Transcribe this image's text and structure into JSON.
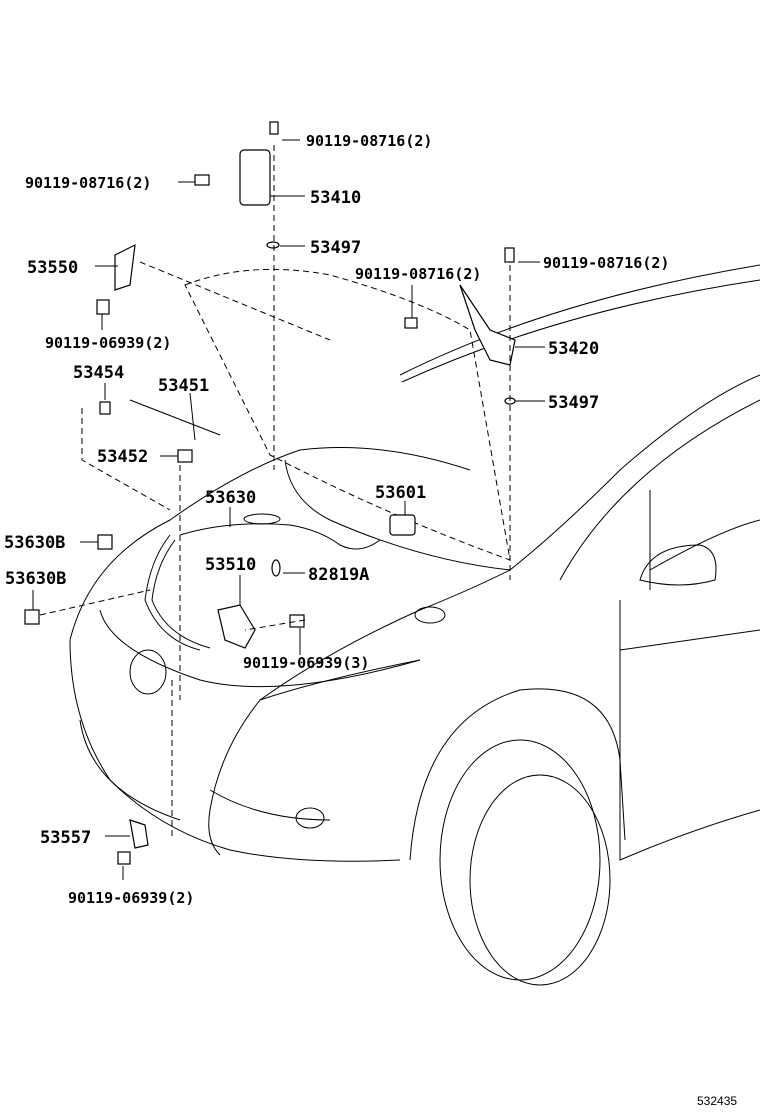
{
  "diagram": {
    "labels": [
      "90119-08716(2)",
      "90119-08716(2)",
      "53410",
      "53497",
      "53550",
      "90119-08716(2)",
      "90119-08716(2)",
      "90119-06939(2)",
      "53420",
      "53454",
      "53451",
      "53497",
      "53452",
      "53630",
      "53601",
      "53630B",
      "53510",
      "82819A",
      "53630B",
      "90119-06939(3)",
      "53557",
      "90119-06939(2)"
    ],
    "illustration_id": "532435"
  }
}
